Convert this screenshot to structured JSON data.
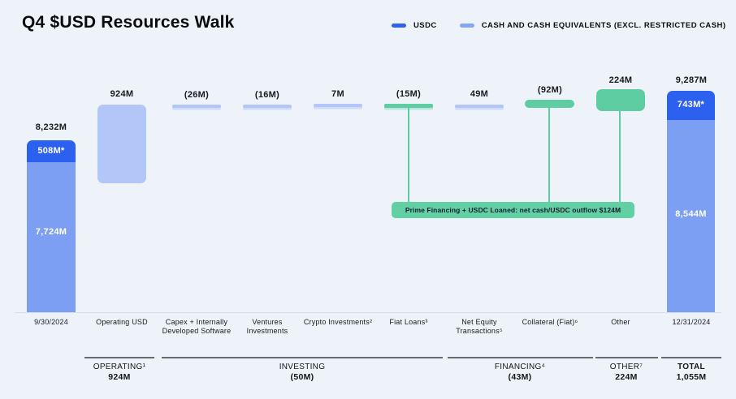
{
  "header": {
    "title": "Q4 $USD Resources Walk"
  },
  "legend": [
    {
      "label": "USDC",
      "color": "#2f62f0"
    },
    {
      "label": "CASH AND CASH EQUIVALENTS (EXCL. RESTRICTED CASH)",
      "color": "#84a7f4"
    }
  ],
  "colors": {
    "background": "#eef2f9",
    "usdc_blue": "#2c60ef",
    "cash_blue": "#7c9ef3",
    "flow_light_blue": "#b2c6f8",
    "green": "#5ecda2",
    "axis_gray": "#d9dee7"
  },
  "chart_data": {
    "type": "bar",
    "subtype": "waterfall",
    "unit": "USD millions",
    "title": "Q4 $USD Resources Walk",
    "legend_position": "top-right",
    "grid": false,
    "columns": [
      {
        "label": "9/30/2024",
        "value_label": "8,232M",
        "total": 8232,
        "kind": "total",
        "segments": [
          {
            "name": "USDC",
            "label": "508M*",
            "value": 508
          },
          {
            "name": "Cash and cash equivalents (excl. restricted cash)",
            "label": "7,724M",
            "value": 7724
          }
        ]
      },
      {
        "label": "Operating USD",
        "value_label": "924M",
        "value": 924,
        "kind": "flow-blue"
      },
      {
        "label": "Capex + Internally Developed Software",
        "value_label": "(26M)",
        "value": -26,
        "kind": "flow-blue"
      },
      {
        "label": "Ventures Investments",
        "value_label": "(16M)",
        "value": -16,
        "kind": "flow-blue"
      },
      {
        "label": "Crypto Investments²",
        "value_label": "7M",
        "value": 7,
        "kind": "flow-blue"
      },
      {
        "label": "Fiat Loans³",
        "value_label": "(15M)",
        "value": -15,
        "kind": "flow-green"
      },
      {
        "label": "Net Equity Transactions⁵",
        "value_label": "49M",
        "value": 49,
        "kind": "flow-blue"
      },
      {
        "label": "Collateral (Fiat)⁶",
        "value_label": "(92M)",
        "value": -92,
        "kind": "flow-green"
      },
      {
        "label": "Other",
        "value_label": "224M",
        "value": 224,
        "kind": "flow-green"
      },
      {
        "label": "12/31/2024",
        "value_label": "9,287M",
        "total": 9287,
        "kind": "total",
        "segments": [
          {
            "name": "USDC",
            "label": "743M*",
            "value": 743
          },
          {
            "name": "Cash and cash equivalents (excl. restricted cash)",
            "label": "8,544M",
            "value": 8544
          }
        ]
      }
    ],
    "groups": [
      {
        "name": "OPERATING¹",
        "value_label": "924M",
        "value": 924
      },
      {
        "name": "INVESTING",
        "value_label": "(50M)",
        "value": -50
      },
      {
        "name": "FINANCING⁴",
        "value_label": "(43M)",
        "value": -43
      },
      {
        "name": "OTHER⁷",
        "value_label": "224M",
        "value": 224
      },
      {
        "name": "TOTAL",
        "value_label": "1,055M",
        "value": 1055
      }
    ],
    "annotation": "Prime Financing + USDC Loaned: net cash/USDC outflow $124M"
  }
}
